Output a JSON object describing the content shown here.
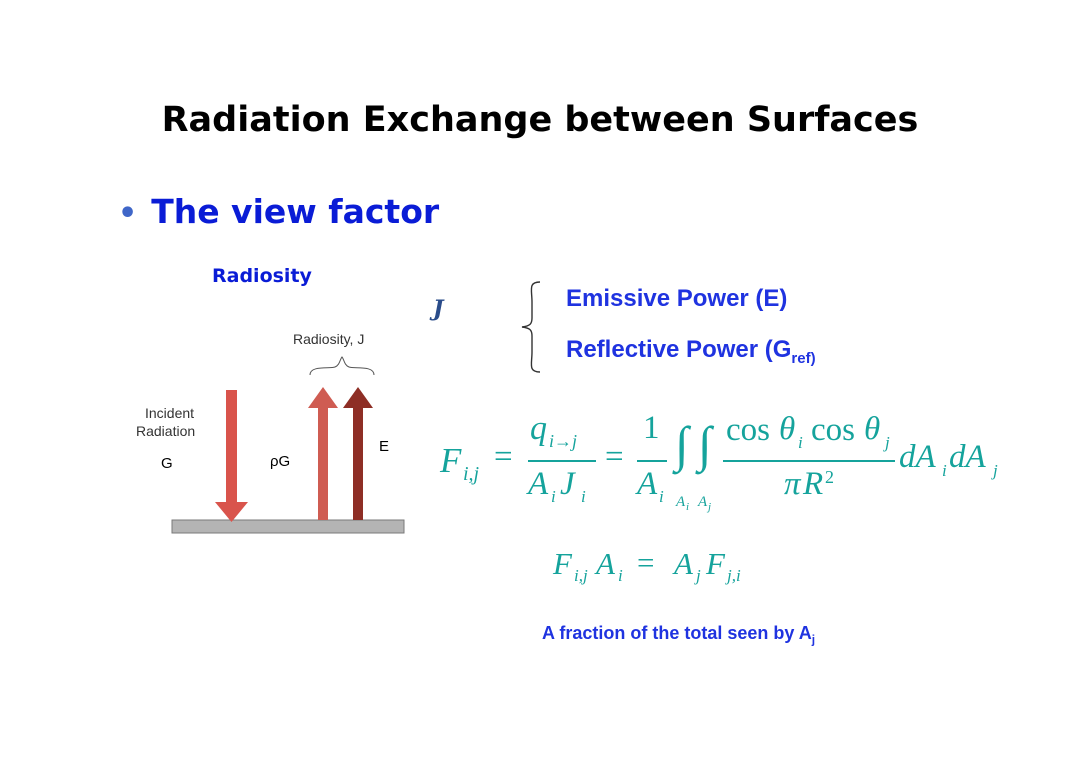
{
  "slide": {
    "title": "Radiation Exchange between Surfaces",
    "bullet": "The view factor",
    "radiosity_heading": "Radiosity",
    "j_symbol": "J",
    "brace_items": {
      "emissive": "Emissive Power (E)",
      "reflective_main": "Reflective Power (G",
      "reflective_sub": "ref)"
    },
    "fraction_note_main": "A fraction of the total seen by A",
    "fraction_note_sub": "j"
  },
  "diagram": {
    "radiosity_label": "Radiosity, J",
    "incident_line1": "Incident",
    "incident_line2": "Radiation",
    "G": "G",
    "rhoG": "ρG",
    "E": "E"
  },
  "equations": {
    "F": "F",
    "ij": "i,j",
    "ji": "j,i",
    "eq": "=",
    "q": "q",
    "q_sub": "i→j",
    "A": "A",
    "J": "J",
    "i": "i",
    "j": "j",
    "one": "1",
    "cos": "cos",
    "theta": "θ",
    "pi": "π",
    "R": "R",
    "two": "2",
    "dA": "dA",
    "integral": "∫"
  },
  "colors": {
    "title": "#000000",
    "bullet": "#0a1cd6",
    "equation": "#15a39c",
    "arrow_down": "#d9534f",
    "arrow_up_light": "#d66a5e",
    "arrow_up_dark": "#8c2f24",
    "surface": "#b0b0b0"
  }
}
